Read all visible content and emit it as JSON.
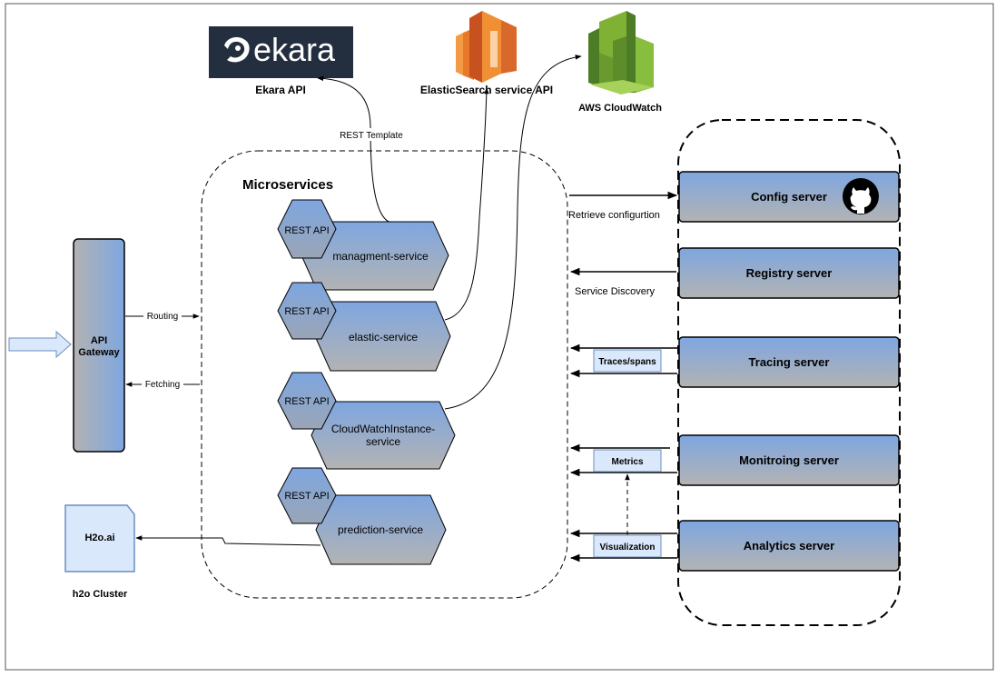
{
  "ekara": {
    "logo_text": "ekara",
    "caption": "Ekara API"
  },
  "elasticsearch": {
    "caption": "ElasticSearch service API"
  },
  "cloudwatch": {
    "caption": "AWS CloudWatch"
  },
  "rest_template": "REST Template",
  "microservices": {
    "title": "Microservices",
    "services": [
      {
        "badge": "REST API",
        "name": "managment-service"
      },
      {
        "badge": "REST API",
        "name": "elastic-service"
      },
      {
        "badge": "REST API",
        "name_line1": "CloudWatchInstance-",
        "name_line2": "service"
      },
      {
        "badge": "REST API",
        "name": "prediction-service"
      }
    ]
  },
  "gateway": {
    "line1": "API",
    "line2": "Gateway",
    "routing": "Routing",
    "fetching": "Fetching"
  },
  "h2o": {
    "label": "H2o.ai",
    "caption": "h2o Cluster"
  },
  "servers": {
    "config": "Config server",
    "registry": "Registry server",
    "tracing": "Tracing server",
    "monitoring": "Monitroing server",
    "analytics": "Analytics server"
  },
  "links": {
    "retrieve": "Retrieve configurtion",
    "discovery": "Service Discovery",
    "traces": "Traces/spans",
    "metrics": "Metrics",
    "visualization": "Visualization"
  },
  "colors": {
    "box_top": "#7EA6E0",
    "box_bottom": "#B3B3B3",
    "ekara_bg": "#232F3E",
    "aws_green": "#6A9A2F",
    "es_orange": "#E8782A"
  }
}
